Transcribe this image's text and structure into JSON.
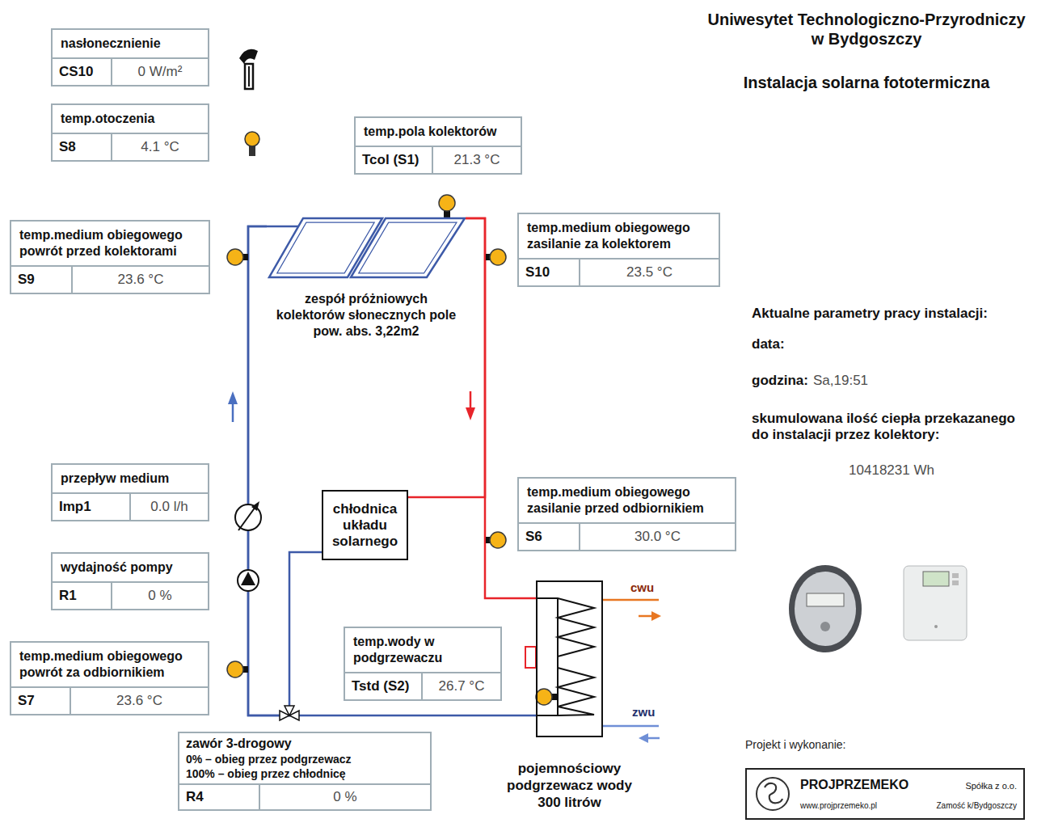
{
  "diagram": {
    "title": "Uniwesytet Technologiczno-Przyrodniczy w Bydgoszczy",
    "nodes": [
      {
        "text": [
          "nasłonecznienie",
          "CS10",
          "0 W/m²"
        ]
      },
      {
        "text": [
          "temp.otoczenia",
          "S8",
          "4.1 °C"
        ]
      },
      {
        "text": [
          "temp.pola kolektorów",
          "Tcol (S1)",
          "21.3 °C"
        ]
      },
      {
        "text": [
          "temp.medium obiegowego powrót przed kolektorami",
          "S9",
          "23.6 °C"
        ]
      },
      {
        "text": [
          "zespół próżniowych kolektorów słonecznych pole pow. abs. 3,22m2"
        ]
      },
      {
        "text": [
          "temp.medium obiegowego zasilanie za kolektorem",
          "S10",
          "23.5 °C"
        ]
      },
      {
        "text": [
          "przepływ medium",
          "Imp1",
          "0.0 l/h"
        ]
      },
      {
        "text": [
          "chłodnica układu solarnego"
        ]
      },
      {
        "text": [
          "temp.medium obiegowego zasilanie przed odbiornikiem",
          "S6",
          "30.0 °C"
        ]
      },
      {
        "text": [
          "wydajność pompy",
          "R1",
          "0 %"
        ]
      },
      {
        "text": [
          "temp.medium obiegowego powrót za odbiornikiem",
          "S7",
          "23.6 °C"
        ]
      },
      {
        "text": [
          "temp.wody w podgrzewaczu",
          "Tstd (S2)",
          "26.7 °C"
        ]
      },
      {
        "text": [
          "pojemnościowy podgrzewacz wody 300 litrów"
        ]
      },
      {
        "text": [
          "zawór 3-drogowy",
          "0% – obieg przez podgrzewacz",
          "100% – obieg przez chłodnicę",
          "R4",
          "0 %"
        ]
      },
      {
        "text": [
          "PROJPRZEMEKO",
          "Spółka z o.o.",
          "www.projprzemeko.pl",
          "Zamość k/Bydgoszczy"
        ]
      }
    ],
    "edges": [
      {
        "from": 4,
        "to": 12,
        "arrow": "none"
      },
      {
        "from": 4,
        "to": 7,
        "arrow": "none"
      },
      {
        "from": 12,
        "to": 4,
        "arrow": "none"
      },
      {
        "from": 7,
        "to": 4,
        "arrow": "none"
      }
    ],
    "labels": [
      "Instalacja solarna fototermiczna",
      "Aktualne parametry pracy instalacji:",
      "data:",
      "godzina:",
      "Sa,19:51",
      "skumulowana ilość ciepła przekazanego do instalacji przez kolektory:",
      "10418231 Wh",
      "cwu",
      "zwu",
      "Projekt i wykonanie:"
    ]
  }
}
